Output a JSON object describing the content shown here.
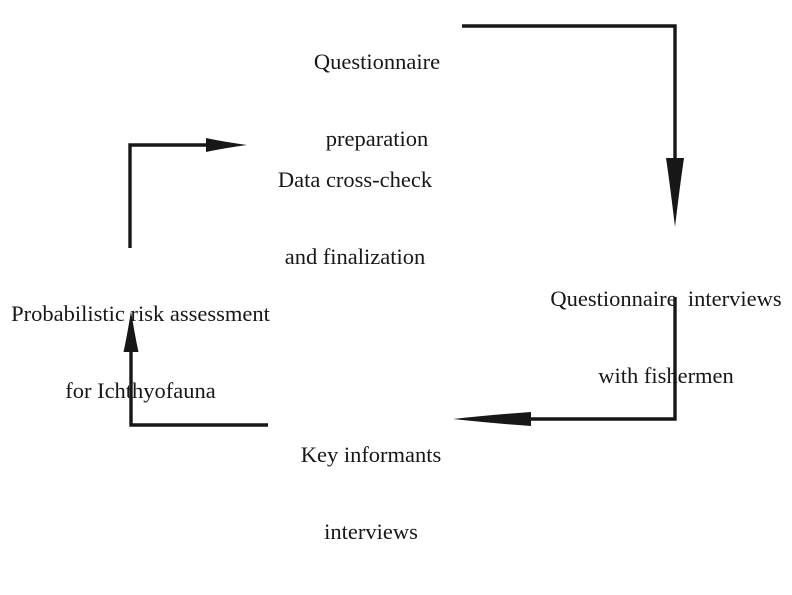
{
  "diagram": {
    "background": "#ffffff",
    "ink": "#171717",
    "nodes": {
      "preparation": {
        "line1": "Questionnaire",
        "line2": "preparation"
      },
      "crosscheck": {
        "line1": "Data cross-check",
        "line2": "and finalization"
      },
      "interviews": {
        "line1": "Questionnaire  interviews",
        "line2": "with fishermen"
      },
      "risk": {
        "line1": "Probabilistic risk assessment",
        "line2": "for Ichthyofauna"
      },
      "key_informants": {
        "line1": "Key informants",
        "line2": "interviews"
      }
    },
    "edges": [
      {
        "from": "Questionnaire preparation",
        "to": "Questionnaire interviews with fishermen"
      },
      {
        "from": "Questionnaire interviews with fishermen",
        "to": "Key informants interviews"
      },
      {
        "from": "Key informants interviews",
        "to": "Probabilistic risk assessment for Ichthyofauna"
      },
      {
        "from": "Probabilistic risk assessment for Ichthyofauna",
        "to": "Data cross-check and finalization"
      }
    ]
  }
}
